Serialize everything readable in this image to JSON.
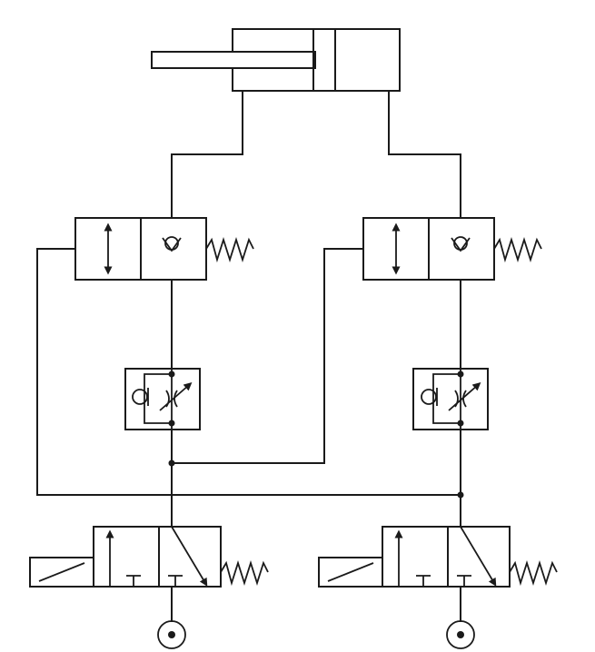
{
  "colors": {
    "ink": "#1a1a1a",
    "background": "#ffffff"
  },
  "components": {
    "cylinder": {
      "icon": "double-acting-cylinder-icon"
    },
    "pilot_check_valves": {
      "count": 2,
      "icon": "pilot-operated-check-valve-icon"
    },
    "flow_control_valves": {
      "count": 2,
      "icon": "one-way-flow-control-valve-icon"
    },
    "solenoid_valves": {
      "count": 2,
      "icon": "3-2-solenoid-valve-spring-return-icon"
    },
    "pressure_sources": {
      "count": 2,
      "icon": "pressure-source-icon"
    }
  }
}
